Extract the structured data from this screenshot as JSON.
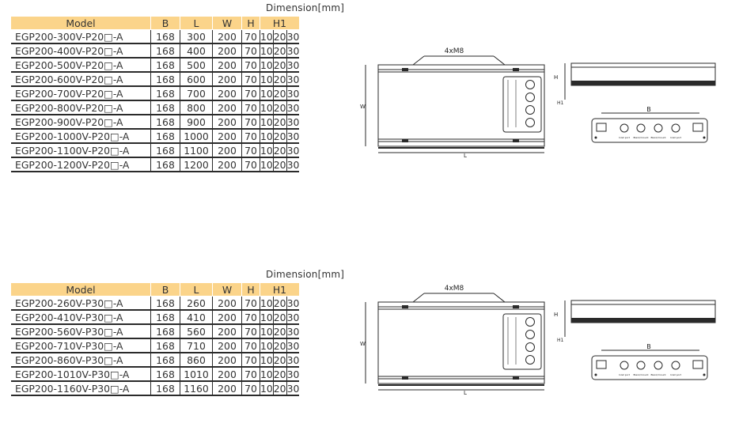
{
  "sections": [
    {
      "dimension_caption": "Dimension[mm]",
      "headers": [
        "Model",
        "B",
        "L",
        "W",
        "H",
        "H1"
      ],
      "rows": [
        [
          "EGP200-300V-P20□-A",
          "168",
          "300",
          "200",
          "70",
          "10",
          "20",
          "30"
        ],
        [
          "EGP200-400V-P20□-A",
          "168",
          "400",
          "200",
          "70",
          "10",
          "20",
          "30"
        ],
        [
          "EGP200-500V-P20□-A",
          "168",
          "500",
          "200",
          "70",
          "10",
          "20",
          "30"
        ],
        [
          "EGP200-600V-P20□-A",
          "168",
          "600",
          "200",
          "70",
          "10",
          "20",
          "30"
        ],
        [
          "EGP200-700V-P20□-A",
          "168",
          "700",
          "200",
          "70",
          "10",
          "20",
          "30"
        ],
        [
          "EGP200-800V-P20□-A",
          "168",
          "800",
          "200",
          "70",
          "10",
          "20",
          "30"
        ],
        [
          "EGP200-900V-P20□-A",
          "168",
          "900",
          "200",
          "70",
          "10",
          "20",
          "30"
        ],
        [
          "EGP200-1000V-P20□-A",
          "168",
          "1000",
          "200",
          "70",
          "10",
          "20",
          "30"
        ],
        [
          "EGP200-1100V-P20□-A",
          "168",
          "1100",
          "200",
          "70",
          "10",
          "20",
          "30"
        ],
        [
          "EGP200-1200V-P20□-A",
          "168",
          "1200",
          "200",
          "70",
          "10",
          "20",
          "30"
        ]
      ],
      "drawing": {
        "thread_label": "4xM8",
        "w_label": "W",
        "l_label": "L",
        "h_label": "H",
        "h1_label": "H1",
        "b_label": "B",
        "port_labels": [
          "Inlet port",
          "Blank/mount",
          "Blank/mount",
          "Inlet port"
        ]
      }
    },
    {
      "dimension_caption": "Dimension[mm]",
      "headers": [
        "Model",
        "B",
        "L",
        "W",
        "H",
        "H1"
      ],
      "rows": [
        [
          "EGP200-260V-P30□-A",
          "168",
          "260",
          "200",
          "70",
          "10",
          "20",
          "30"
        ],
        [
          "EGP200-410V-P30□-A",
          "168",
          "410",
          "200",
          "70",
          "10",
          "20",
          "30"
        ],
        [
          "EGP200-560V-P30□-A",
          "168",
          "560",
          "200",
          "70",
          "10",
          "20",
          "30"
        ],
        [
          "EGP200-710V-P30□-A",
          "168",
          "710",
          "200",
          "70",
          "10",
          "20",
          "30"
        ],
        [
          "EGP200-860V-P30□-A",
          "168",
          "860",
          "200",
          "70",
          "10",
          "20",
          "30"
        ],
        [
          "EGP200-1010V-P30□-A",
          "168",
          "1010",
          "200",
          "70",
          "10",
          "20",
          "30"
        ],
        [
          "EGP200-1160V-P30□-A",
          "168",
          "1160",
          "200",
          "70",
          "10",
          "20",
          "30"
        ]
      ],
      "drawing": {
        "thread_label": "4xM8",
        "w_label": "W",
        "l_label": "L",
        "h_label": "H",
        "h1_label": "H1",
        "b_label": "B",
        "port_labels": [
          "Inlet port",
          "Blank/mount",
          "Blank/mount",
          "Inlet port"
        ]
      }
    }
  ],
  "colors": {
    "header_bg": "#fbd48a",
    "line": "#2a2a2a"
  }
}
